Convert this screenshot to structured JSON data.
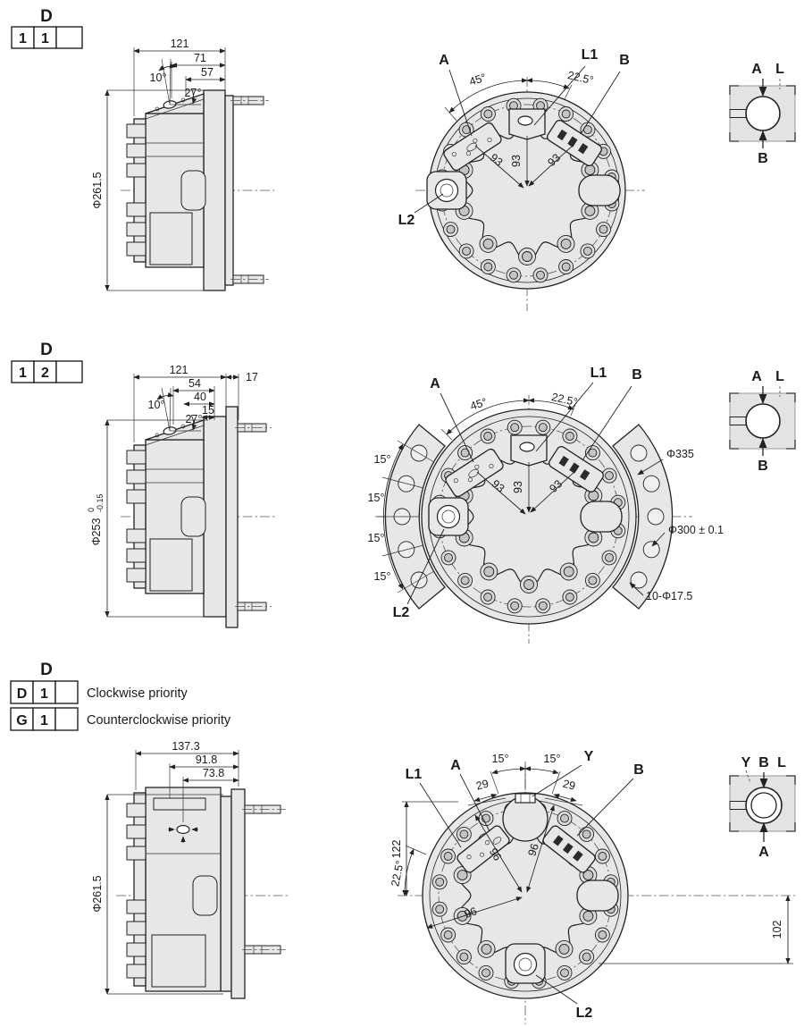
{
  "sections": [
    {
      "code": {
        "header": "D",
        "c1": "1",
        "c2": "1",
        "c3": ""
      },
      "side": {
        "w": "121",
        "m": "71",
        "n": "57",
        "a1": "10°",
        "a2": "27°",
        "dia": "Φ261.5"
      },
      "front": {
        "A": "A",
        "L1": "L1",
        "B": "B",
        "L2": "L2",
        "a45": "45°",
        "a225": "22.5°",
        "d1": "93",
        "d2": "93",
        "d3": "93"
      },
      "sch": {
        "t1": "A",
        "t2": "L",
        "b": "B"
      }
    },
    {
      "code": {
        "header": "D",
        "c1": "1",
        "c2": "2",
        "c3": ""
      },
      "side": {
        "w": "121",
        "d54": "54",
        "d40": "40",
        "d15": "15",
        "d17": "17",
        "a1": "10°",
        "a2": "27°",
        "dia": "Φ253",
        "tolHi": "0",
        "tolLo": "-0.15"
      },
      "front": {
        "A": "A",
        "L1": "L1",
        "B": "B",
        "L2": "L2",
        "a45": "45°",
        "a225": "22.5°",
        "d1": "93",
        "d2": "93",
        "d3": "93",
        "f1": "15°",
        "f2": "15°",
        "f3": "15°",
        "f4": "15°",
        "diaOuter": "Φ335",
        "diaBolt": "Φ300 ± 0.1",
        "holes": "10-Φ17.5"
      },
      "sch": {
        "t1": "A",
        "t2": "L",
        "b": "B"
      }
    },
    {
      "code": {
        "header": "D",
        "row1": {
          "c1": "D",
          "c2": "1",
          "c3": "",
          "label": "Clockwise priority"
        },
        "row2": {
          "c1": "G",
          "c2": "1",
          "c3": "",
          "label": "Counterclockwise priority"
        }
      },
      "side": {
        "w": "137.3",
        "m": "91.8",
        "n": "73.8",
        "dia": "Φ261.5"
      },
      "front": {
        "L1": "L1",
        "A": "A",
        "Y": "Y",
        "B": "B",
        "L2": "L2",
        "a15l": "15°",
        "a15r": "15°",
        "d29l": "29",
        "d29r": "29",
        "d122": "122",
        "a225": "22.5°",
        "d96a": "96",
        "d96b": "96",
        "d96c": "96",
        "d102": "102"
      },
      "sch": {
        "t1": "Y",
        "t2": "B",
        "t3": "L",
        "b": "A"
      }
    }
  ]
}
